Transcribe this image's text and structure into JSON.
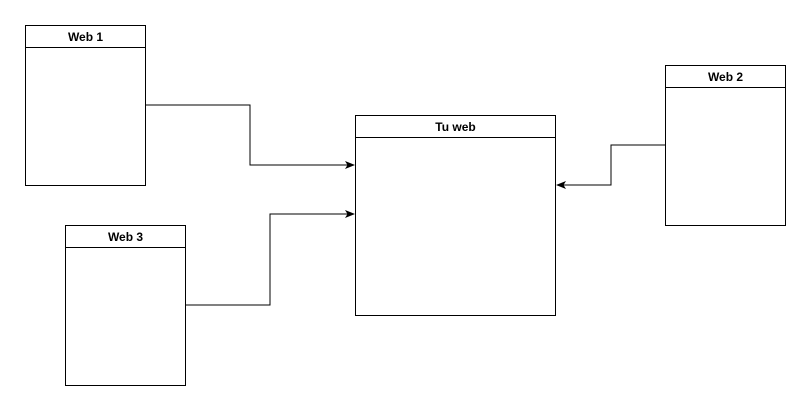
{
  "diagram": {
    "boxes": {
      "web1": {
        "title": "Web 1"
      },
      "web2": {
        "title": "Web 2"
      },
      "web3": {
        "title": "Web 3"
      },
      "tu_web": {
        "title": "Tu web"
      }
    },
    "connections": [
      {
        "from": "Web 1",
        "to": "Tu web"
      },
      {
        "from": "Web 3",
        "to": "Tu web"
      },
      {
        "from": "Web 2",
        "to": "Tu web"
      }
    ],
    "colors": {
      "stroke": "#000000",
      "background": "#ffffff"
    }
  }
}
